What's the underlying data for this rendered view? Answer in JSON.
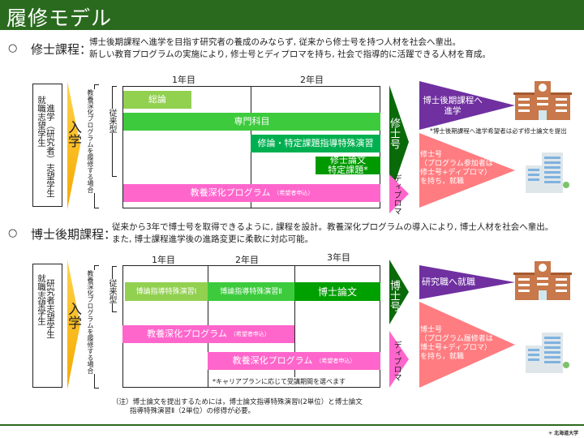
{
  "header": {
    "title": "履修モデル"
  },
  "master": {
    "bullet": "○",
    "heading": "修士課程：",
    "desc_line1": "博士後期課程へ進学を目指す研究者の養成のみならず, 従来から修士号を持つ人材を社会へ輩出。",
    "desc_line2": "新しい教育プログラムの実施により, 修士号とディプロマを持ち, 社会で指導的に活躍できる人材を育成。",
    "students_1": "進学（研究者）志望学生",
    "students_2": "就職志望学生",
    "enroll": "入学",
    "program_case": "教養深化プログラムを履修する場合",
    "traditional": "従来型",
    "years": [
      "1年目",
      "2年目"
    ],
    "bars": {
      "general": "総論",
      "specialized": "専門科目",
      "seminar": "修論・特定課題指導特殊演習",
      "thesis_1": "修士論文",
      "thesis_2": "特定課題*",
      "program": "教養深化プログラム",
      "program_note": "（希望者申込）"
    },
    "degree": "修士号",
    "diploma": "ディプロマ",
    "outcome_1": "博士後期課程へ進学",
    "outcome_note": "*博士後期課程へ進学希望者は必ず修士論文を提出",
    "outcome_2_lines": [
      "修士号",
      "（プログラム参加者は",
      "修士号+ディプロマ）",
      "を持ち，就職"
    ]
  },
  "doctor": {
    "bullet": "○",
    "heading": "博士後期課程：",
    "desc_line1": "従来から3年で博士号を取得できるように, 課程を設計。教養深化プログラムの導入により, 博士人材を社会へ輩出。",
    "desc_line2": "また, 博士課程進学後の進路変更に柔軟に対応可能。",
    "students_1": "研究者志望学生",
    "students_2": "就職志望学生",
    "enroll": "入学",
    "program_case": "教養深化プログラムを履修する場合",
    "traditional": "従来型",
    "years": [
      "1年目",
      "2年目",
      "3年目"
    ],
    "bars": {
      "seminar_1": "博論指導特殊演習Ⅰ",
      "seminar_2": "博論指導特殊演習Ⅱ",
      "thesis": "博士論文",
      "program": "教養深化プログラム",
      "program_note": "（希望者申込）"
    },
    "period_note": "*キャリアプランに応じて受講期間を選べます",
    "degree": "博士号",
    "diploma": "ディプロマ",
    "outcome_1": "研究職へ就職",
    "outcome_2_lines": [
      "博士号",
      "（プログラム履修者は",
      "博士号+ディプロマ）",
      "を持ち，就職"
    ],
    "footnote_1": "（注）博士論文を提出するためには，博士論文指導特殊演習Ⅰ(2単位）と博士論文",
    "footnote_2": "指導特殊演習Ⅱ（2単位）の修得が必要。"
  },
  "footer": {
    "logo": "北海道大学"
  },
  "colors": {
    "header": "#2a6a1e",
    "light_green": "#92d050",
    "green": "#3dcb3d",
    "mid_green": "#00b050",
    "dark_green": "#009a00",
    "pink": "#ff66cc",
    "purple": "#7030a0",
    "salmon": "#ff7c80"
  }
}
